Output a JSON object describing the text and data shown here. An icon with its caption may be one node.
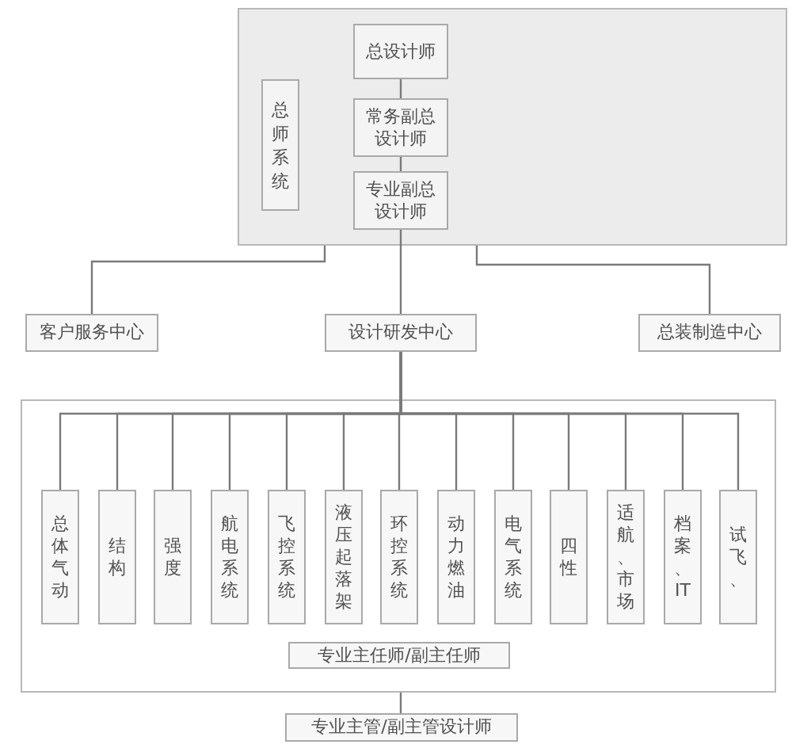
{
  "diagram": {
    "nodes": [
      {
        "text": [],
        "shape": "box"
      },
      {
        "text": [
          "总设计师"
        ],
        "in": 0
      },
      {
        "text": [
          "常务副总设计师"
        ],
        "in": 0
      },
      {
        "text": [
          "专业副总设计师"
        ],
        "in": 0
      },
      {
        "text": [
          "总师系统"
        ],
        "in": 0
      },
      {
        "text": [
          "客户服务中心"
        ]
      },
      {
        "text": [
          "设计研发中心"
        ]
      },
      {
        "text": [
          "总装制造中心"
        ]
      },
      {
        "text": [],
        "shape": "box"
      },
      {
        "text": [
          "总体气动"
        ],
        "in": 8
      },
      {
        "text": [
          "结构"
        ],
        "in": 8
      },
      {
        "text": [
          "强度"
        ],
        "in": 8
      },
      {
        "text": [
          "航电系统"
        ],
        "in": 8
      },
      {
        "text": [
          "飞控系统"
        ],
        "in": 8
      },
      {
        "text": [
          "液压起落架"
        ],
        "in": 8
      },
      {
        "text": [
          "环控系统"
        ],
        "in": 8
      },
      {
        "text": [
          "动力燃油"
        ],
        "in": 8
      },
      {
        "text": [
          "电气系统"
        ],
        "in": 8
      },
      {
        "text": [
          "四性"
        ],
        "in": 8
      },
      {
        "text": [
          "适航、市场"
        ],
        "in": 8
      },
      {
        "text": [
          "档案、IT"
        ],
        "in": 8
      },
      {
        "text": [
          "试飞、"
        ],
        "in": 8
      },
      {
        "text": [
          "专业主任师/副主任师"
        ],
        "in": 8
      },
      {
        "text": [
          "专业主管/副主管设计师"
        ]
      }
    ],
    "edges": [
      {
        "from": 1,
        "to": 2,
        "arrow": "none"
      },
      {
        "from": 2,
        "to": 3,
        "arrow": "none"
      },
      {
        "from": 0,
        "to": 5,
        "arrow": "none"
      },
      {
        "from": 3,
        "to": 6,
        "arrow": "none"
      },
      {
        "from": 0,
        "to": 7,
        "arrow": "none"
      },
      {
        "from": 6,
        "to": 9,
        "arrow": "none"
      },
      {
        "from": 6,
        "to": 10,
        "arrow": "none"
      },
      {
        "from": 6,
        "to": 11,
        "arrow": "none"
      },
      {
        "from": 6,
        "to": 12,
        "arrow": "none"
      },
      {
        "from": 6,
        "to": 13,
        "arrow": "none"
      },
      {
        "from": 6,
        "to": 14,
        "arrow": "none"
      },
      {
        "from": 6,
        "to": 15,
        "arrow": "none"
      },
      {
        "from": 6,
        "to": 16,
        "arrow": "none"
      },
      {
        "from": 6,
        "to": 17,
        "arrow": "none"
      },
      {
        "from": 6,
        "to": 18,
        "arrow": "none"
      },
      {
        "from": 6,
        "to": 19,
        "arrow": "none"
      },
      {
        "from": 6,
        "to": 20,
        "arrow": "none"
      },
      {
        "from": 6,
        "to": 21,
        "arrow": "none"
      },
      {
        "from": 8,
        "to": 23,
        "arrow": "none"
      }
    ]
  }
}
